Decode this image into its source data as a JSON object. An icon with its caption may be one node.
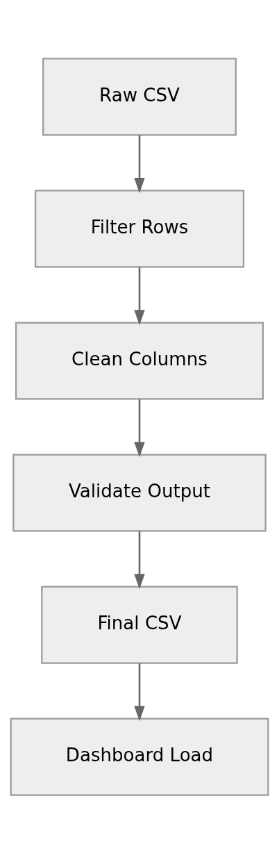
{
  "diagram": {
    "nodes": [
      {
        "text": [
          "Raw CSV"
        ]
      },
      {
        "text": [
          "Filter Rows"
        ]
      },
      {
        "text": [
          "Clean Columns"
        ]
      },
      {
        "text": [
          "Validate Output"
        ]
      },
      {
        "text": [
          "Final CSV"
        ]
      },
      {
        "text": [
          "Dashboard Load"
        ]
      }
    ],
    "edges": [
      {
        "from": 0,
        "to": 1,
        "arrow": "to"
      },
      {
        "from": 1,
        "to": 2,
        "arrow": "to"
      },
      {
        "from": 2,
        "to": 3,
        "arrow": "to"
      },
      {
        "from": 3,
        "to": 4,
        "arrow": "to"
      },
      {
        "from": 4,
        "to": 5,
        "arrow": "to"
      }
    ]
  }
}
